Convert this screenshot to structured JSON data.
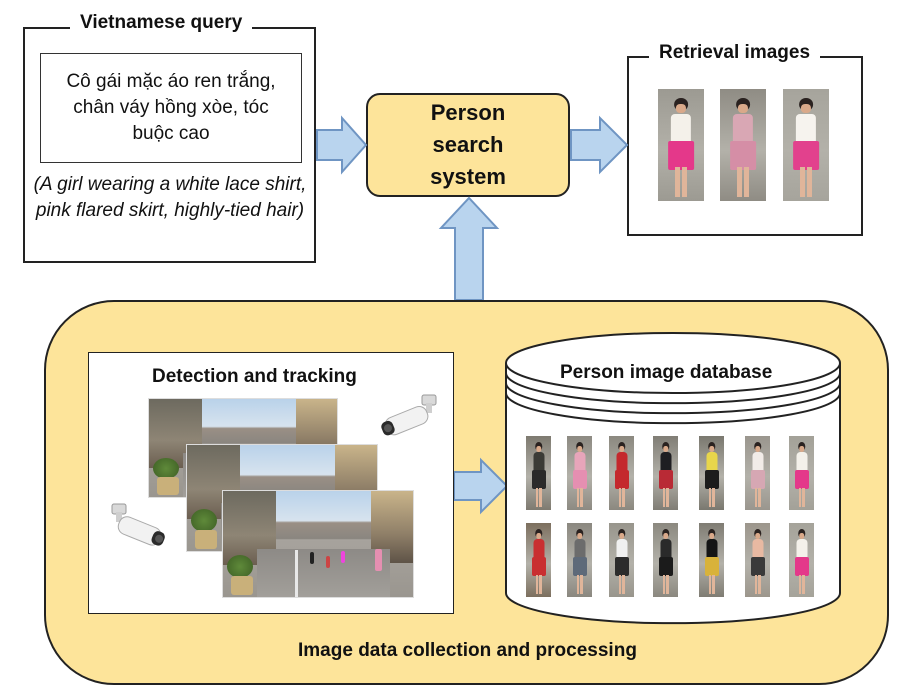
{
  "query_box": {
    "title": "Vietnamese query",
    "vietnamese_text": "Cô gái mặc áo ren trắng, chân váy hồng xòe, tóc buộc cao",
    "english_text": "(A girl wearing a white lace shirt, pink flared skirt, highly-tied hair)"
  },
  "system": {
    "label": "Person search system"
  },
  "retrieval": {
    "title": "Retrieval images",
    "images": [
      {
        "top": "#f4f1ea",
        "bottom": "#e4388a",
        "bg": "#9c9a92"
      },
      {
        "top": "#d9a7b4",
        "bottom": "#d58ea6",
        "bg": "#8f8c84"
      },
      {
        "top": "#f6f3ee",
        "bottom": "#e2418d",
        "bg": "#a6a49c"
      }
    ]
  },
  "collection": {
    "label": "Image data collection and processing",
    "detection_title": "Detection and tracking",
    "database_title": "Person image database",
    "database_rows": [
      [
        {
          "top": "#3b3b36",
          "bottom": "#2a2a2a",
          "bg": "#7e7a70"
        },
        {
          "top": "#e7a5ba",
          "bottom": "#e58fb1",
          "bg": "#8d8a82"
        },
        {
          "top": "#c4282d",
          "bottom": "#c4282d",
          "bg": "#8b887f"
        },
        {
          "top": "#1e1e22",
          "bottom": "#b92a35",
          "bg": "#807d75"
        },
        {
          "top": "#e8d64b",
          "bottom": "#1c1c1c",
          "bg": "#7a786f"
        },
        {
          "top": "#f2ece8",
          "bottom": "#d6a7b3",
          "bg": "#9a968e"
        },
        {
          "top": "#f4f1ea",
          "bottom": "#e4388a",
          "bg": "#a3a198"
        }
      ],
      [
        {
          "top": "#c92f31",
          "bottom": "#c92f31",
          "bg": "#7c6f5e"
        },
        {
          "top": "#6c6c6c",
          "bottom": "#5e6a79",
          "bg": "#8a877f"
        },
        {
          "top": "#f0f0f0",
          "bottom": "#2c2c2c",
          "bg": "#98958c"
        },
        {
          "top": "#2a2a2a",
          "bottom": "#1b1b1b",
          "bg": "#8b887f"
        },
        {
          "top": "#151515",
          "bottom": "#d8b23a",
          "bg": "#7f7c73"
        },
        {
          "top": "#e8b9a2",
          "bottom": "#3a3a3a",
          "bg": "#9c968c"
        },
        {
          "top": "#f4f1ea",
          "bottom": "#e4388a",
          "bg": "#a5a39a"
        }
      ]
    ]
  },
  "colors": {
    "panel_fill": "#fde49a",
    "arrow_fill": "#b9d4ee",
    "arrow_stroke": "#6f95c3",
    "border": "#222222"
  },
  "icons": {
    "camera": "security-camera-icon",
    "database": "database-cylinder-icon",
    "arrow": "arrow-right-icon"
  }
}
